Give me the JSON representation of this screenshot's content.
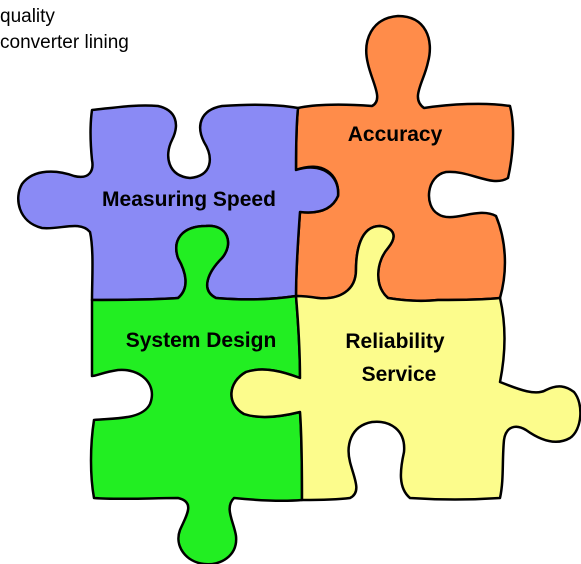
{
  "caption": {
    "line1": "quality",
    "line2": "converter lining"
  },
  "pieces": {
    "accuracy": {
      "label": "Accuracy",
      "color": "#FF8C4A"
    },
    "measuring_speed": {
      "label": "Measuring Speed",
      "color": "#8A8AF5"
    },
    "system_design": {
      "label": "System Design",
      "color": "#22EE22"
    },
    "reliability": {
      "label_line1": "Reliability",
      "label_line2": "Service",
      "color": "#FCFC8C"
    }
  }
}
